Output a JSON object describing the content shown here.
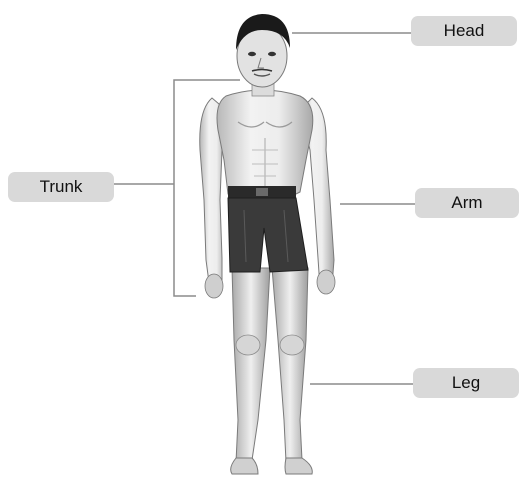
{
  "labels": {
    "head": "Head",
    "trunk": "Trunk",
    "arm": "Arm",
    "leg": "Leg"
  },
  "colors": {
    "pill_bg": "#d9d9d9",
    "leader_line": "#8c8c8c",
    "skin_shade": "#c8c8c8",
    "hair": "#1a1a1a",
    "shorts": "#3a3a3a"
  }
}
